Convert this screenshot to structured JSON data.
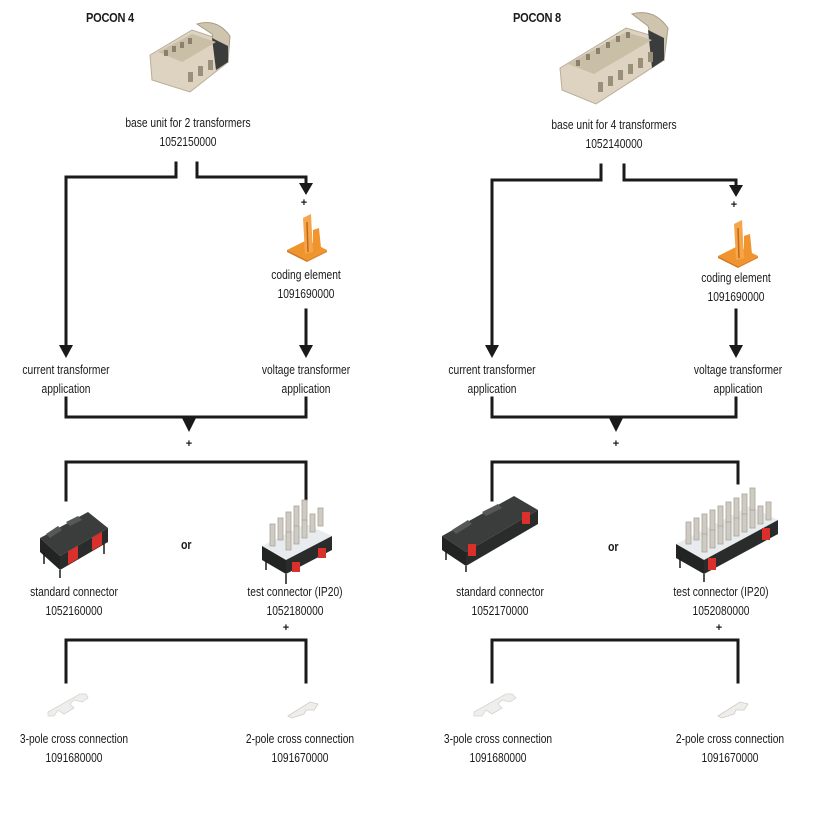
{
  "diagrams": [
    {
      "title": "POCON 4",
      "base_unit": {
        "name": "base unit for 2 transformers",
        "part_no": "1052150000",
        "icon": "pocon-4-base-unit-image"
      },
      "coding_element": {
        "name": "coding element",
        "part_no": "1091690000",
        "icon": "coding-element-image"
      },
      "current_app": {
        "line1": "current transformer",
        "line2": "application"
      },
      "voltage_app": {
        "line1": "voltage transformer",
        "line2": "application"
      },
      "standard_connector": {
        "name": "standard connector",
        "part_no": "1052160000",
        "icon": "standard-connector-image"
      },
      "or_label": "or",
      "test_connector": {
        "name": "test connector (IP20)",
        "part_no": "1052180000",
        "icon": "test-connector-image"
      },
      "cross_3pole": {
        "name": "3-pole cross connection",
        "part_no": "1091680000",
        "icon": "3-pole-cross-connection-image"
      },
      "cross_2pole": {
        "name": "2-pole cross connection",
        "part_no": "1091670000",
        "icon": "2-pole-cross-connection-image"
      },
      "plus": "+"
    },
    {
      "title": "POCON 8",
      "base_unit": {
        "name": "base unit for 4 transformers",
        "part_no": "1052140000",
        "icon": "pocon-8-base-unit-image"
      },
      "coding_element": {
        "name": "coding element",
        "part_no": "1091690000",
        "icon": "coding-element-image"
      },
      "current_app": {
        "line1": "current transformer",
        "line2": "application"
      },
      "voltage_app": {
        "line1": "voltage transformer",
        "line2": "application"
      },
      "standard_connector": {
        "name": "standard connector",
        "part_no": "1052170000",
        "icon": "standard-connector-image"
      },
      "or_label": "or",
      "test_connector": {
        "name": "test connector (IP20)",
        "part_no": "1052080000",
        "icon": "test-connector-image"
      },
      "cross_3pole": {
        "name": "3-pole cross connection",
        "part_no": "1091680000",
        "icon": "3-pole-cross-connection-image"
      },
      "cross_2pole": {
        "name": "2-pole cross connection",
        "part_no": "1091670000",
        "icon": "2-pole-cross-connection-image"
      },
      "plus": "+"
    }
  ],
  "colors": {
    "line": "#1a1a1a",
    "coding_orange": "#f0952e",
    "connector_black": "#2a2c2c",
    "connector_red": "#d9302c",
    "base_beige": "#ddd3c0",
    "cross_white": "#eeeeec"
  }
}
